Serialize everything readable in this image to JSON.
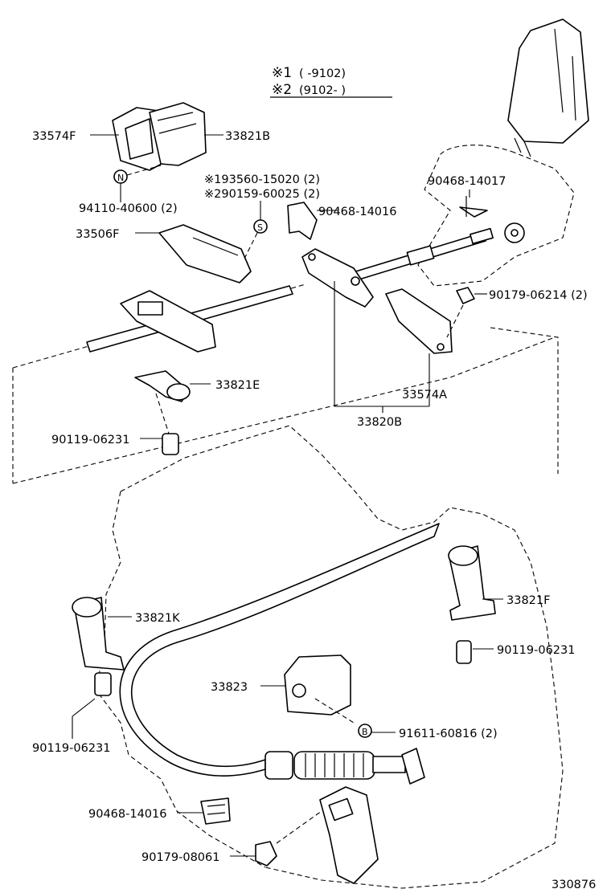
{
  "legend": {
    "line1": {
      "mark": "※1",
      "range": "(      -9102)"
    },
    "line2": {
      "mark": "※2",
      "range": "(9102-       )"
    }
  },
  "labels": {
    "p33574F": "33574F",
    "p33821B": "33821B",
    "p94110": "94110-40600 (2)",
    "p93560": "※193560-15020 (2)",
    "p90159": "※290159-60025 (2)",
    "p90468_14017": "90468-14017",
    "p90468_14016_top": "90468-14016",
    "p33506F": "33506F",
    "p90179_06214": "90179-06214 (2)",
    "p33821E": "33821E",
    "p33574A": "33574A",
    "p33820B": "33820B",
    "p90119_top": "90119-06231",
    "p33821F": "33821F",
    "p33821K": "33821K",
    "p90119_right": "90119-06231",
    "p33823": "33823",
    "p91611": "91611-60816 (2)",
    "p90119_left": "90119-06231",
    "p90468_14016_bottom": "90468-14016",
    "p90179_08061": "90179-08061"
  },
  "callouts": {
    "n": "N",
    "s": "S",
    "b": "B"
  },
  "diagram_id": "330876"
}
